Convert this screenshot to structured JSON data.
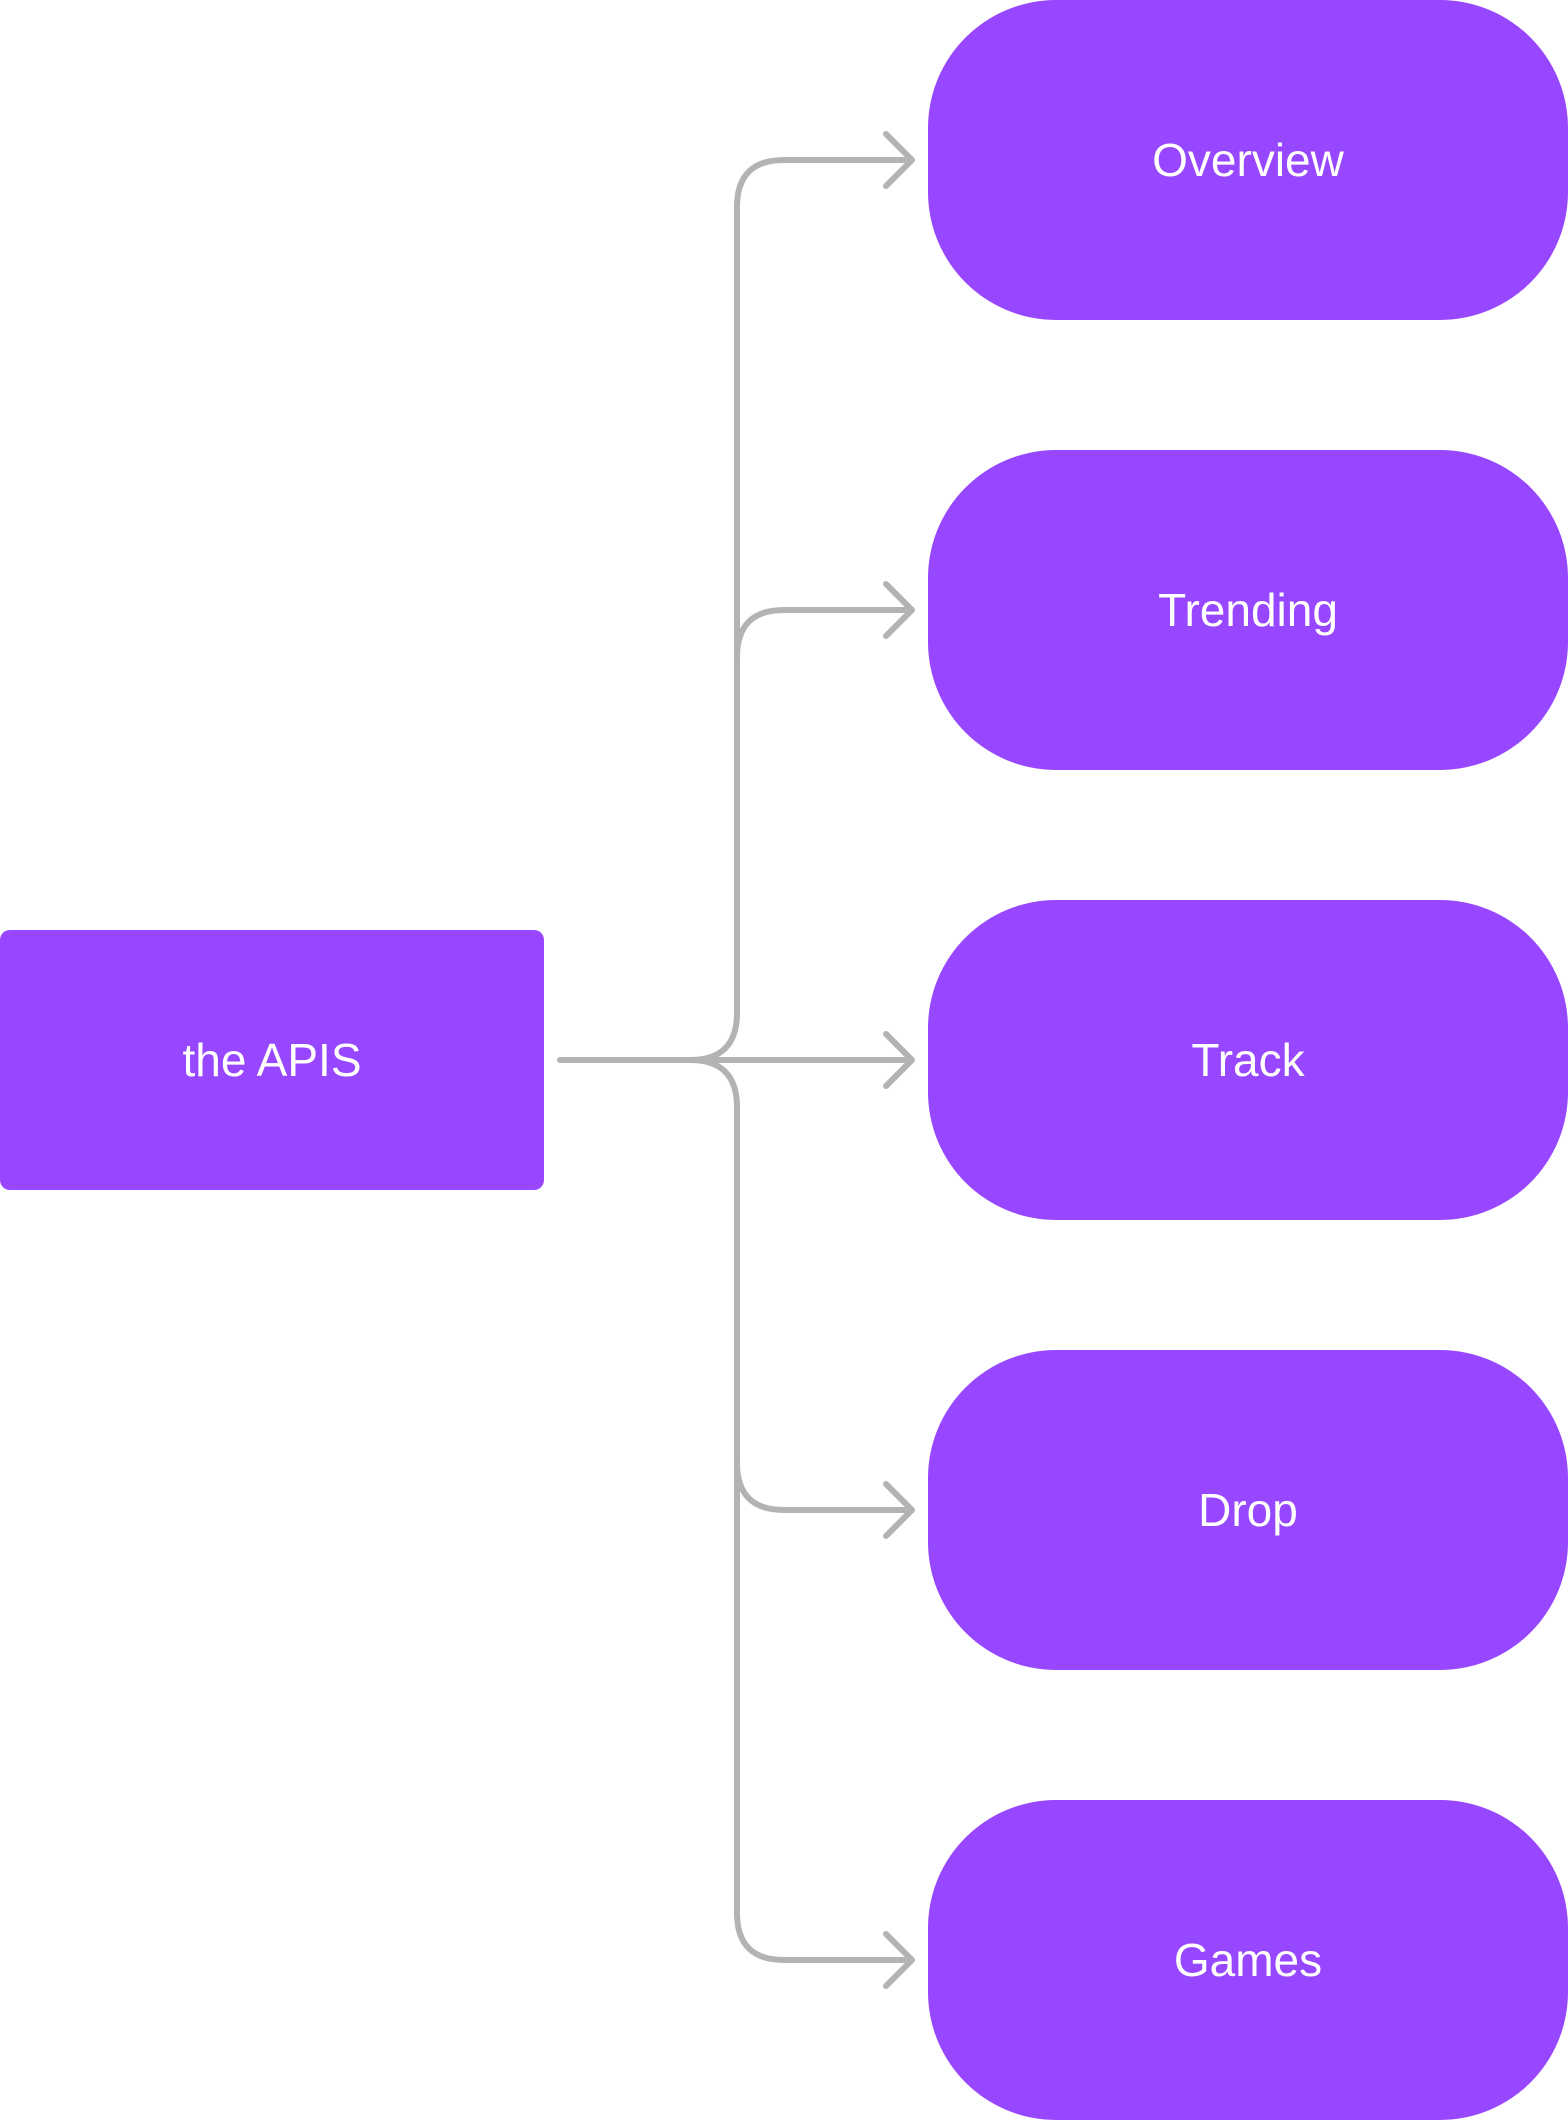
{
  "diagram": {
    "source": {
      "label": "the APIS"
    },
    "targets": [
      {
        "label": "Overview"
      },
      {
        "label": "Trending"
      },
      {
        "label": "Track"
      },
      {
        "label": "Drop"
      },
      {
        "label": "Games"
      }
    ]
  },
  "colors": {
    "node_fill": "#9747FF",
    "node_text": "#FFFFFF",
    "connector": "#B3B3B3",
    "background": "#FFFFFF"
  }
}
